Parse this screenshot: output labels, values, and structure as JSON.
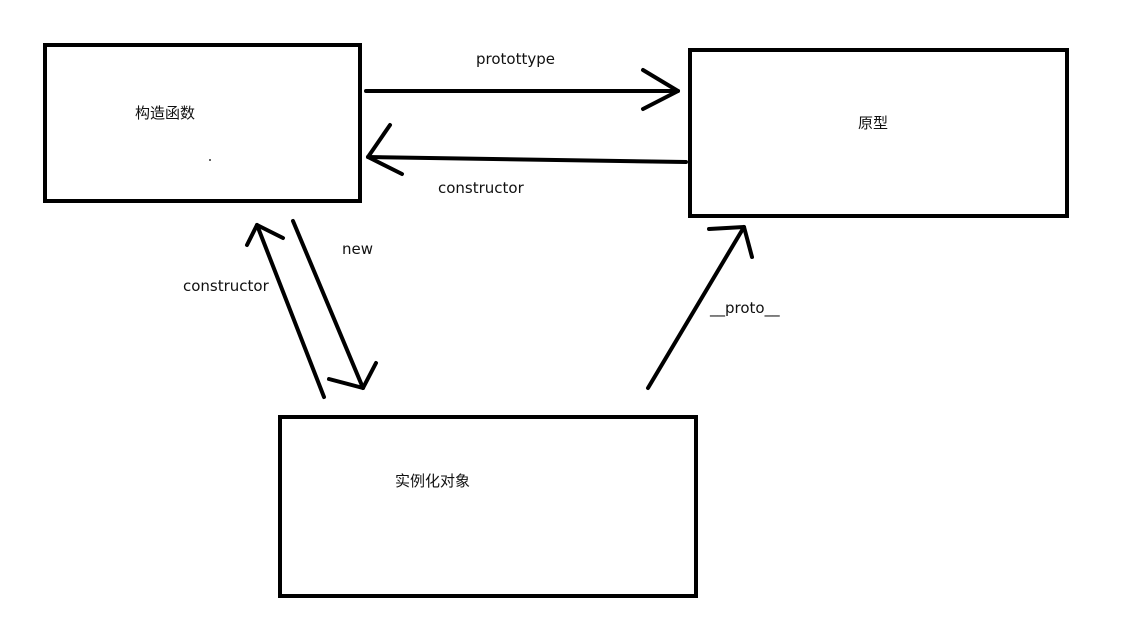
{
  "nodes": {
    "constructor_fn": "构造函数",
    "prototype": "原型",
    "instance": "实例化对象"
  },
  "edges": {
    "prototype": "protottype",
    "constructor_top": "constructor",
    "new": "new",
    "constructor_left": "constructor",
    "proto": "__proto__"
  }
}
